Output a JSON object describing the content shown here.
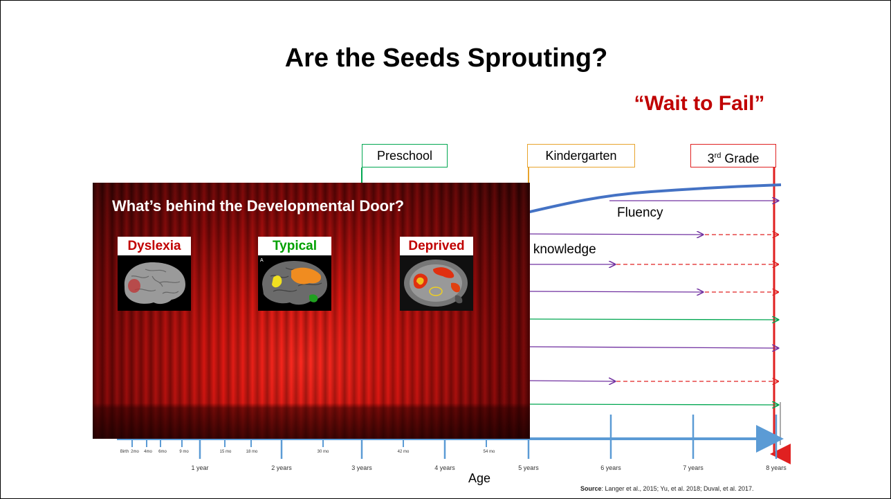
{
  "slide": {
    "title": "Are the Seeds Sprouting?",
    "subtitle": "“Wait to Fail”"
  },
  "milestones": {
    "preschool": "Preschool",
    "kindergarten": "Kindergarten",
    "third_grade_num": "3",
    "third_grade_sup": "rd",
    "third_grade_word": "Grade"
  },
  "skills": {
    "fluency": "Fluency",
    "knowledge_partial": "d knowledge"
  },
  "axis": {
    "label": "Age",
    "month_ticks": [
      "Birth",
      "2mo",
      "4mo",
      "6mo",
      "9 mo",
      "15 mo",
      "18 mo",
      "30 mo",
      "42 mo",
      "54 mo"
    ],
    "year_ticks": [
      "1 year",
      "2 years",
      "3 years",
      "4 years",
      "5 years",
      "6 years",
      "7 years",
      "8 years"
    ]
  },
  "source": {
    "prefix": "Source",
    "text": ": Langer et al., 2015; Yu, et al. 2018; Duval, et al. 2017."
  },
  "overlay": {
    "title": "What’s behind the Developmental Door?",
    "brains": [
      {
        "label": "Dyslexia",
        "color": "#c00000"
      },
      {
        "label": "Typical",
        "color": "#00a000"
      },
      {
        "label": "Deprived",
        "color": "#c00000"
      }
    ],
    "brain_panel_letter": "A"
  },
  "colors": {
    "red": "#e02020",
    "purple": "#7030a0",
    "green": "#00a650",
    "blue_curve": "#4472c4",
    "axis_blue": "#5b9bd5",
    "orange": "#e8a32b"
  }
}
